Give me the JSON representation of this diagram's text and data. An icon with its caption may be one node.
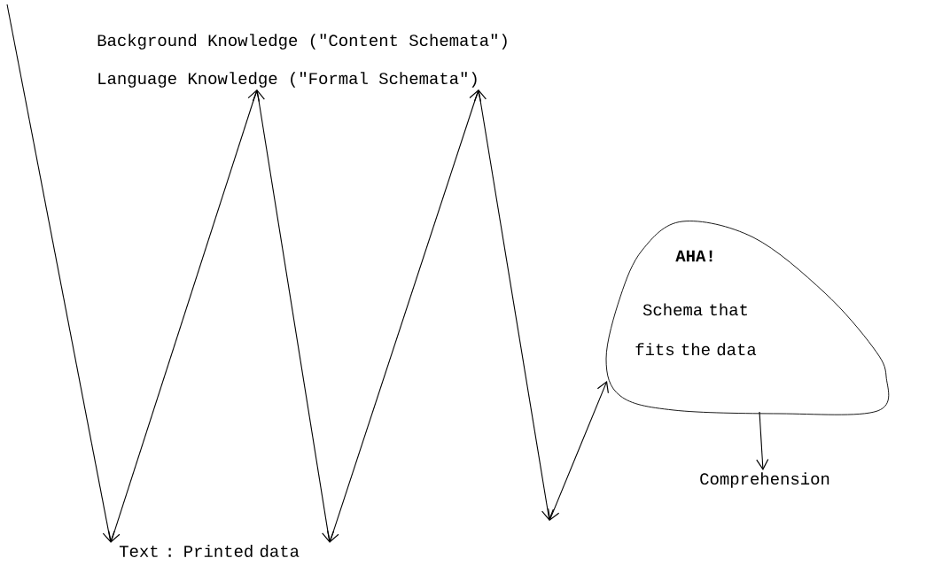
{
  "diagram": {
    "nodes": [
      {
        "text": [
          "Background Knowledge (\"Content Schemata\")"
        ]
      },
      {
        "text": [
          "Language Knowledge (\"Formal Schemata\")"
        ]
      },
      {
        "text": [
          "Text : Printed data"
        ]
      },
      {
        "text": [
          "AHA!",
          "Schema that fits the data"
        ]
      },
      {
        "text": [
          "Comprehension"
        ]
      }
    ],
    "edges": [
      {
        "from": null,
        "to": 2,
        "arrow": "to"
      },
      {
        "from": 2,
        "to": 1,
        "arrow": "both"
      },
      {
        "from": 1,
        "to": 2,
        "arrow": "both"
      },
      {
        "from": 2,
        "to": 1,
        "arrow": "both"
      },
      {
        "from": 1,
        "to": null,
        "arrow": "both"
      },
      {
        "from": null,
        "to": 3,
        "arrow": "both"
      },
      {
        "from": 3,
        "to": 4,
        "arrow": "to"
      }
    ]
  }
}
